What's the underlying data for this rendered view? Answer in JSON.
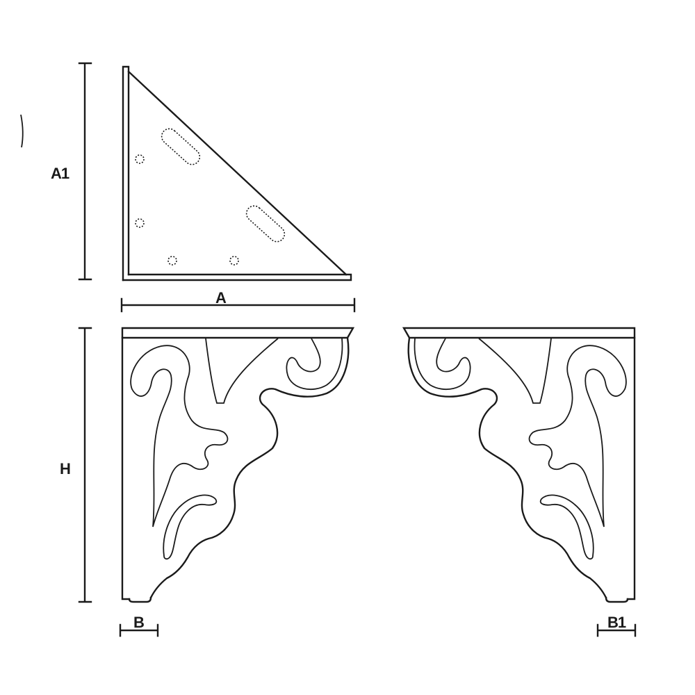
{
  "dimensions": {
    "a1": "A1",
    "a": "A",
    "h": "H",
    "b": "B",
    "b1": "B1"
  },
  "colors": {
    "ink": "#1a1a1a",
    "background": "#ffffff"
  }
}
